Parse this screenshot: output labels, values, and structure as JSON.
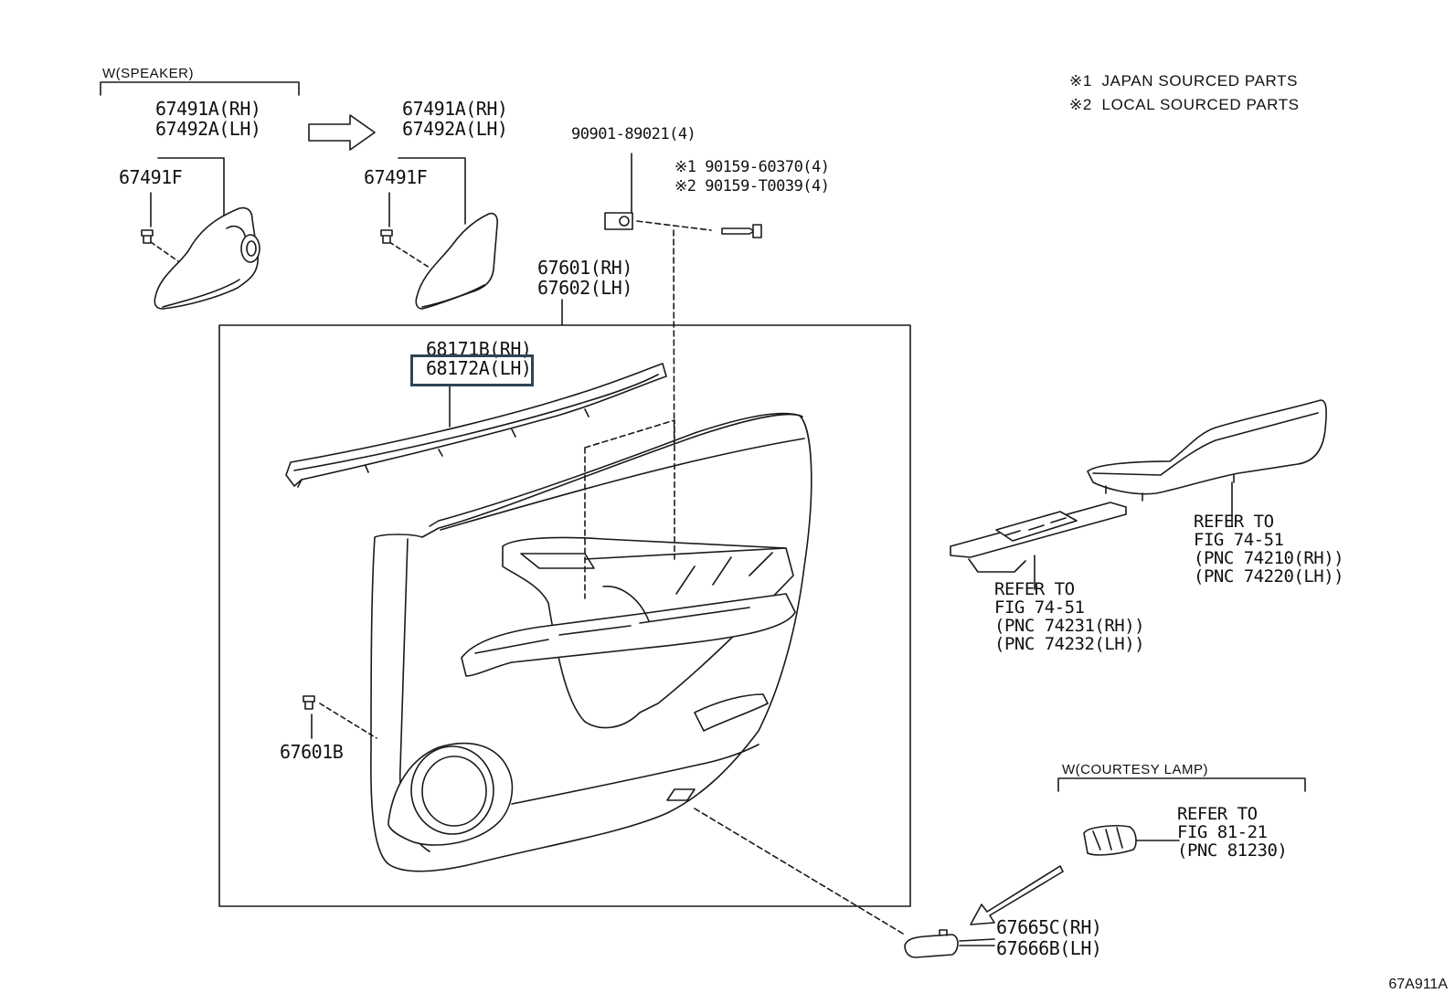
{
  "notes": {
    "n1": "※1  JAPAN SOURCED PARTS",
    "n2": "※2  LOCAL SOURCED PARTS"
  },
  "groups": {
    "speaker": "W(SPEAKER)",
    "courtesy": "W(COURTESY LAMP)"
  },
  "parts": {
    "p67491a_1": "67491A(RH)",
    "p67492a_1": "67492A(LH)",
    "p67491f_1": "67491F",
    "p67491a_2": "67491A(RH)",
    "p67492a_2": "67492A(LH)",
    "p67491f_2": "67491F",
    "p90901": "90901-89021(4)",
    "p90159a": "※1 90159-60370(4)",
    "p90159b": "※2 90159-T0039(4)",
    "p67601": "67601(RH)",
    "p67602": "67602(LH)",
    "p68171": "68171B(RH)",
    "p68172": "68172A(LH)",
    "p67601b": "67601B",
    "p67665": "67665C(RH)",
    "p67666": "67666B(LH)"
  },
  "refs": {
    "r1": [
      "REFER TO",
      "FIG 74-51",
      "(PNC 74210(RH))",
      "(PNC 74220(LH))"
    ],
    "r2": [
      "REFER TO",
      "FIG 74-51",
      "(PNC 74231(RH))",
      "(PNC 74232(LH))"
    ],
    "r3": [
      "REFER TO",
      "FIG 81-21",
      "(PNC 81230)"
    ]
  },
  "diagram_id": "67A911A",
  "highlight_color": "#2f4554"
}
